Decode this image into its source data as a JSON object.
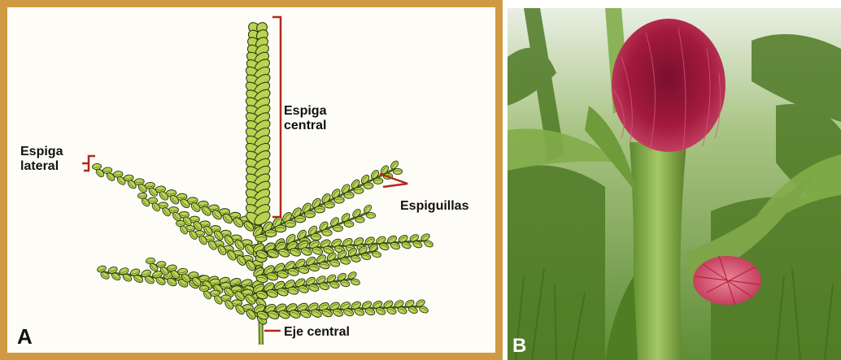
{
  "panel_a": {
    "letter": "A",
    "labels": {
      "espiga_central_1": "Espiga",
      "espiga_central_2": "central",
      "espiga_lateral_1": "Espiga",
      "espiga_lateral_2": "lateral",
      "espiguillas": "Espiguillas",
      "eje_central": "Eje central"
    }
  },
  "panel_b": {
    "letter": "B"
  },
  "colors": {
    "frame": "#d09a43",
    "spikelet_fill": "#b9d453",
    "spikelet_stroke": "#2f3b10",
    "pointer": "#b0281f"
  }
}
